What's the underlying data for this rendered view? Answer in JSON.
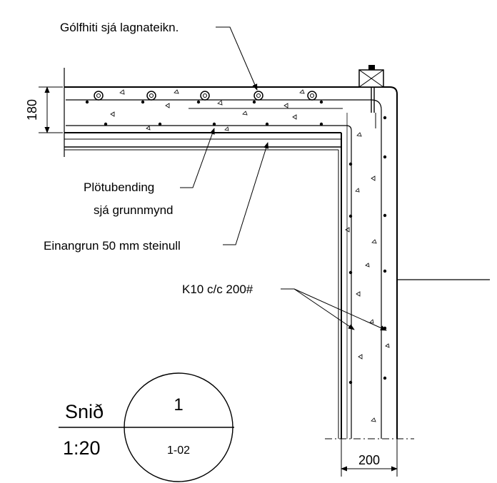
{
  "labels": {
    "floor_heating": "Gólfhiti sjá lagnateikn.",
    "slab_reinforcement_line1": "Plötubending",
    "slab_reinforcement_line2": "sjá grunnmynd",
    "insulation": "Einangrun 50 mm steinull",
    "wall_rebar": "K10 c/c 200#"
  },
  "dimensions": {
    "slab_thickness": "180",
    "wall_thickness": "200"
  },
  "section_marker": {
    "title": "Snið",
    "scale": "1:20",
    "number": "1",
    "sheet": "1-02"
  },
  "colors": {
    "line": "#000000",
    "background": "#ffffff"
  }
}
